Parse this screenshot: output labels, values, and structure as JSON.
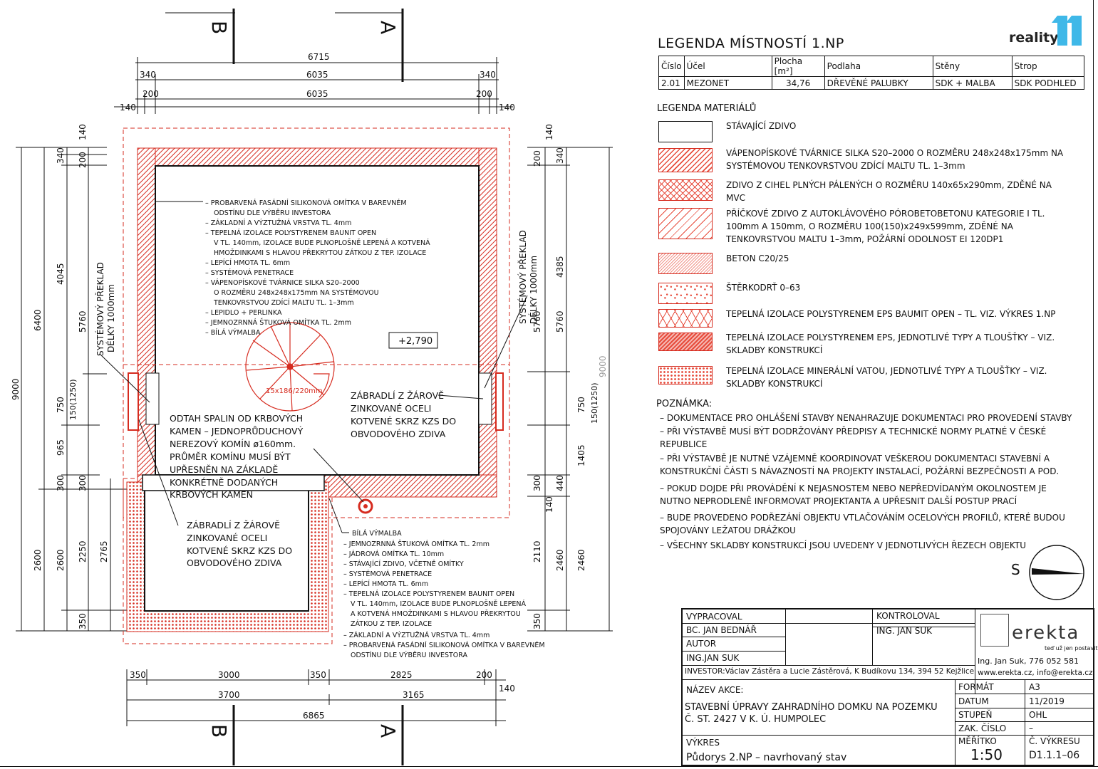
{
  "drawing": {
    "section_marks": [
      "B",
      "A",
      "B",
      "A"
    ],
    "dims_top": {
      "total": "6715",
      "left": "340",
      "mid": "6035",
      "right": "340",
      "left2": "200",
      "mid2": "6035",
      "right2": "200",
      "outer_left": "140",
      "outer_right": "140"
    },
    "dims_left": {
      "total": "9000",
      "d6400": "6400",
      "d2600a": "2600",
      "d140": "140",
      "d340": "340",
      "d200": "200",
      "d4045": "4045",
      "d750": "750",
      "d965": "965",
      "d300": "300",
      "d2600b": "2600",
      "d350": "350",
      "d5760": "5760",
      "d150_1250": "150(1250)",
      "d300b": "300",
      "d2250": "2250",
      "d2765": "2765",
      "d350b": "350"
    },
    "dims_right": {
      "total": "9000",
      "d140": "140",
      "d200": "200",
      "d340": "340",
      "d4385": "4385",
      "d5760a": "5760",
      "d5760b": "5760",
      "d750": "750",
      "d150_1250": "150(1250)",
      "d1405": "1405",
      "d300": "300",
      "d440": "440",
      "d140b": "140",
      "d2110": "2110",
      "d2460a": "2460",
      "d2460b": "2460",
      "d350": "350"
    },
    "dims_bottom": {
      "d350a": "350",
      "d3000": "3000",
      "d350b": "350",
      "d2825": "2825",
      "d200": "200",
      "d140": "140",
      "d3700": "3700",
      "d3165": "3165",
      "total": "6865"
    },
    "level": "+2,790",
    "stair": "15x186/220mm",
    "lintel_left": [
      "SYSTÉMOVÝ PŘEKLAD",
      "DÉLKY 1000mm"
    ],
    "lintel_right": [
      "SYSTÉMOVÝ PŘEKLAD",
      "DÉLKY 1000mm"
    ],
    "wall_composition_top": [
      "– PROBARVENÁ FASÁDNÍ SILIKONOVÁ OMÍTKA V BAREVNÉM",
      "ODSTÍNU DLE VÝBĚRU INVESTORA",
      "– ZÁKLADNÍ A VÝZTUŽNÁ VRSTVA TL. 4mm",
      "– TEPELNÁ IZOLACE POLYSTYRENEM BAUNIT OPEN",
      "V TL. 140mm, IZOLACE BUDE PLNOPLOŠNĚ LEPENÁ A KOTVENÁ",
      "HMOŽDINKAMI S HLAVOU PŘEKRYTOU ZÁTKOU Z TEP. IZOLACE",
      "– LEPÍCÍ HMOTA TL. 6mm",
      "– SYSTÉMOVÁ PENETRACE",
      "– VÁPENOPÍSKOVÉ TVÁRNICE SILKA S20–2000",
      "O ROZMĚRU 248x248x175mm NA SYSTÉMOVOU",
      "TENKOVRSTVOU ZDÍCÍ MALTU TL. 1–3mm",
      "– LEPIDLO + PERLINKA",
      "– JEMNOZRNNÁ ŠTUKOVÁ OMÍTKA TL. 2mm",
      "– BÍLÁ VÝMALBA"
    ],
    "chimney_note": [
      "ODTAH SPALIN OD KRBOVÝCH",
      "KAMEN – JEDNOPRŮDUCHOVÝ",
      "NEREZOVÝ KOMÍN ø160mm.",
      "PRŮMĚR KOMÍNU MUSÍ BÝT",
      "UPŘESNĚN NA ZÁKLADĚ",
      "KONKRÉTNĚ DODANÝCH",
      "KRBOVÝCH KAMEN"
    ],
    "railing_right": [
      "ZÁBRADLÍ Z ŽÁROVĚ",
      "ZINKOVANÉ OCELI",
      "KOTVENÉ SKRZ KZS DO",
      "OBVODOVÉHO ZDIVA"
    ],
    "railing_left": [
      "ZÁBRADLÍ Z ŽÁROVĚ",
      "ZINKOVANÉ OCELI",
      "KOTVENÉ SKRZ KZS DO",
      "OBVODOVÉHO ZDIVA"
    ],
    "wall_composition_bottom": [
      "BÍLÁ VÝMALBA",
      "– JEMNOZRNNÁ ŠTUKOVÁ OMÍTKA TL. 2mm",
      "– JÁDROVÁ OMÍTKA TL. 10mm",
      "– STÁVAJÍCÍ ZDIVO, VČETNĚ OMÍTKY",
      "– SYSTÉMOVÁ PENETRACE",
      "– LEPÍCÍ HMOTA TL. 6mm",
      "– TEPELNÁ IZOLACE POLYSTYRENEM BAUNIT OPEN",
      "V TL. 140mm, IZOLACE BUDE PLNOPLOŠNĚ LEPENÁ",
      "A KOTVENÁ HMOŽDINKAMI S HLAVOU PŘEKRYTOU",
      "ZÁTKOU Z TEP. IZOLACE",
      "– ZÁKLADNÍ A VÝZTUŽNÁ VRSTVA TL. 4mm",
      "– PROBARVENÁ FASÁDNÍ SILIKONOVÁ OMÍTKA V BAREVNÉM",
      "ODSTÍNU DLE VÝBĚRU INVESTORA"
    ]
  },
  "legend": {
    "title": "LEGENDA MÍSTNOSTÍ 1.NP",
    "logo": "reality",
    "headers": [
      "Číslo",
      "Účel",
      "Plocha [m²]",
      "Podlaha",
      "Stěny",
      "Strop"
    ],
    "row": [
      "2.01",
      "MEZONET",
      "34,76",
      "DŘEVĚNÉ PALUBKY",
      "SDK + MALBA",
      "SDK PODHLED"
    ]
  },
  "materials": {
    "title": "LEGENDA MATERIÁLŮ",
    "items": [
      "STÁVAJÍCÍ ZDIVO",
      "VÁPENOPÍSKOVÉ TVÁRNICE SILKA S20–2000 O ROZMĚRU 248x248x175mm NA SYSTÉMOVOU TENKOVRSTVOU ZDÍCÍ MALTU TL. 1–3mm",
      "ZDIVO Z CIHEL PLNÝCH PÁLENÝCH O ROZMĚRU 140x65x290mm, ZDĚNÉ NA MVC",
      "PŘÍČKOVÉ ZDIVO Z AUTOKLÁVOVÉHO PÓROBETOBETONU KATEGORIE I TL. 100mm A 150mm, O ROZMĚRU 100(150)x249x599mm, ZDĚNÉ NA TENKOVRSTVOU MALTU 1–3mm, POŽÁRNÍ ODOLNOST EI 120DP1",
      "BETON C20/25",
      "ŠTĚRKODRŤ 0–63",
      "TEPELNÁ IZOLACE POLYSTYRENEM EPS BAUMIT OPEN – TL. VIZ. VÝKRES 1.NP",
      "TEPELNÁ IZOLACE POLYSTYRENEM EPS, JEDNOTLIVÉ TYPY A TLOUŠŤKY – VIZ. SKLADBY KONSTRUKCÍ",
      "TEPELNÁ IZOLACE MINERÁLNÍ VATOU, JEDNOTLIVÉ TYPY A TLOUŠŤKY – VIZ. SKLADBY KONSTRUKCÍ"
    ]
  },
  "notes": {
    "title": "POZNÁMKA:",
    "items": [
      "– DOKUMENTACE PRO OHLÁŠENÍ STAVBY NENAHRAZUJE DOKUMENTACI PRO PROVEDENÍ STAVBY",
      "– PŘI VÝSTAVBĚ MUSÍ BÝT DODRŽOVÁNY PŘEDPISY A TECHNICKÉ NORMY PLATNÉ V ČESKÉ REPUBLICE",
      "– PŘI VÝSTAVBĚ JE NUTNÉ VZÁJEMNĚ KOORDINOVAT VEŠKEROU DOKUMENTACI STAVEBNÍ A KONSTRUKČNÍ ČÁSTI S NÁVAZNOSTÍ NA PROJEKTY INSTALACÍ, POŽÁRNÍ BEZPEČNOSTI A POD.",
      "– POKUD DOJDE PŘI PROVÁDĚNÍ K NEJASNOSTEM NEBO NEPŘEDVÍDANÝM OKOLNOSTEM JE NUTNO NEPRODLENĚ INFORMOVAT PROJEKTANTA A UPŘESNIT DALŠÍ POSTUP PRACÍ",
      "– BUDE PROVEDENO PODŘEZÁNÍ OBJEKTU VTLAČOVÁNÍM OCELOVÝCH PROFILŮ, KTERÉ BUDOU SPOJOVÁNY LEŽATOU DRÁŽKOU",
      "– VŠECHNY SKLADBY KONSTRUKCÍ JSOU UVEDENY V JEDNOTLIVÝCH ŘEZECH OBJEKTU"
    ],
    "north": "S"
  },
  "titleblock": {
    "vypracoval_label": "VYPRACOVAL",
    "vypracoval": "BC. JAN BEDNÁŘ",
    "autor_label": "AUTOR",
    "autor": "ING.JAN SUK",
    "kontroloval_label": "KONTROLOVAL",
    "kontroloval": "ING. JAN SUK",
    "investor": "INVESTOR:Václav Zástěra a Lucie Zástěrová, K Budíkovu 134, 394 52 Kejžlice",
    "company": "erekta",
    "company_tagline": "teď už jen postavit",
    "company_contact1": "Ing. Jan Suk,  776 052 581",
    "company_contact2": "www.erekta.cz, info@erekta.cz",
    "akce_label": "NÁZEV AKCE:",
    "akce1": "STAVEBNÍ ÚPRAVY ZAHRADNÍHO DOMKU NA POZEMKU",
    "akce2": "Č. ST. 2427 V K. Ú. HUMPOLEC",
    "vykres_label": "VÝKRES",
    "vykres": "Půdorys 2.NP – navrhovaný stav",
    "format_label": "FORMÁT",
    "format": "A3",
    "datum_label": "DATUM",
    "datum": "11/2019",
    "stupen_label": "STUPEŇ",
    "stupen": "OHL",
    "zak_label": "ZAK. ČÍSLO",
    "zak": "–",
    "meritko_label": "MĚŘÍTKO",
    "meritko": "1:50",
    "cislo_label": "Č. VÝKRESU",
    "cislo": "D1.1.1–06"
  },
  "colors": {
    "red": "#d62b1f",
    "brand": "#3fb8e8"
  }
}
